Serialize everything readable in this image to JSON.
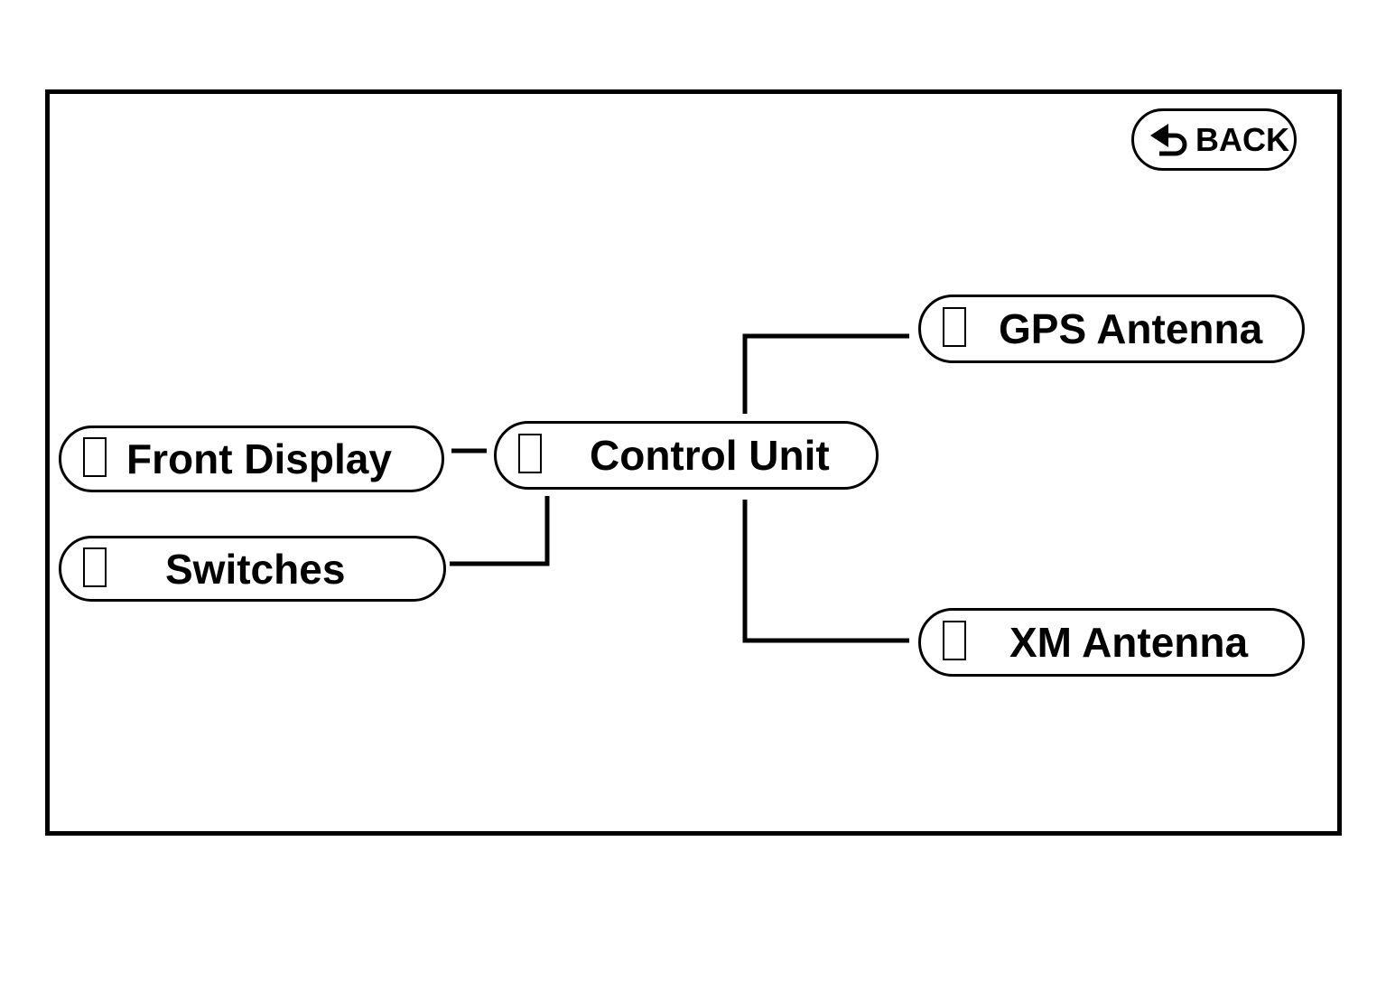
{
  "header": {
    "back_label": "BACK",
    "back_icon": "back-arrow-icon"
  },
  "diagram": {
    "nodes": {
      "front_display": "Front Display",
      "switches": "Switches",
      "control_unit": "Control Unit",
      "gps_antenna": "GPS Antenna",
      "xm_antenna": "XM Antenna"
    },
    "status_icon": "status-box-icon"
  },
  "colors": {
    "foreground": "#000000",
    "background": "#ffffff"
  }
}
